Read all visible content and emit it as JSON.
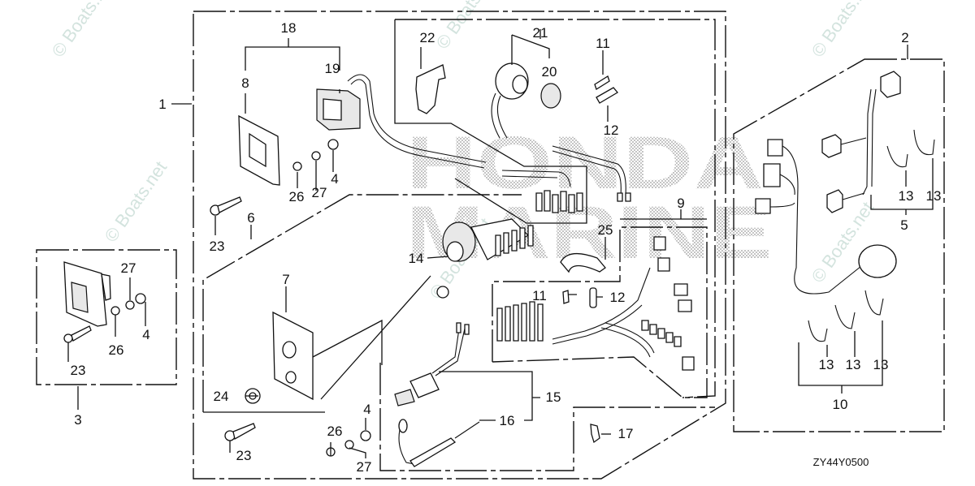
{
  "diagram": {
    "code": "ZY44Y0500",
    "watermark_text": "© Boats.net",
    "brand_text": "HONDA",
    "brand_subtext": "MARINE",
    "colors": {
      "ink": "#111111",
      "watermark": "#c9ddd6",
      "background": "#ffffff"
    },
    "callouts": {
      "c1": "1",
      "c2": "2",
      "c3": "3",
      "c4a": "4",
      "c4b": "4",
      "c4c": "4",
      "c5": "5",
      "c6": "6",
      "c7": "7",
      "c8": "8",
      "c9": "9",
      "c10": "10",
      "c11a": "11",
      "c11b": "11",
      "c12a": "12",
      "c12b": "12",
      "c13a": "13",
      "c13b": "13",
      "c13c": "13",
      "c13d": "13",
      "c13e": "13",
      "c14": "14",
      "c15": "15",
      "c16": "16",
      "c17": "17",
      "c18": "18",
      "c19": "19",
      "c20": "20",
      "c21": "21",
      "c22": "22",
      "c23a": "23",
      "c23b": "23",
      "c23c": "23",
      "c24": "24",
      "c25": "25",
      "c26a": "26",
      "c26b": "26",
      "c26c": "26",
      "c27a": "27",
      "c27b": "27",
      "c27c": "27"
    }
  }
}
